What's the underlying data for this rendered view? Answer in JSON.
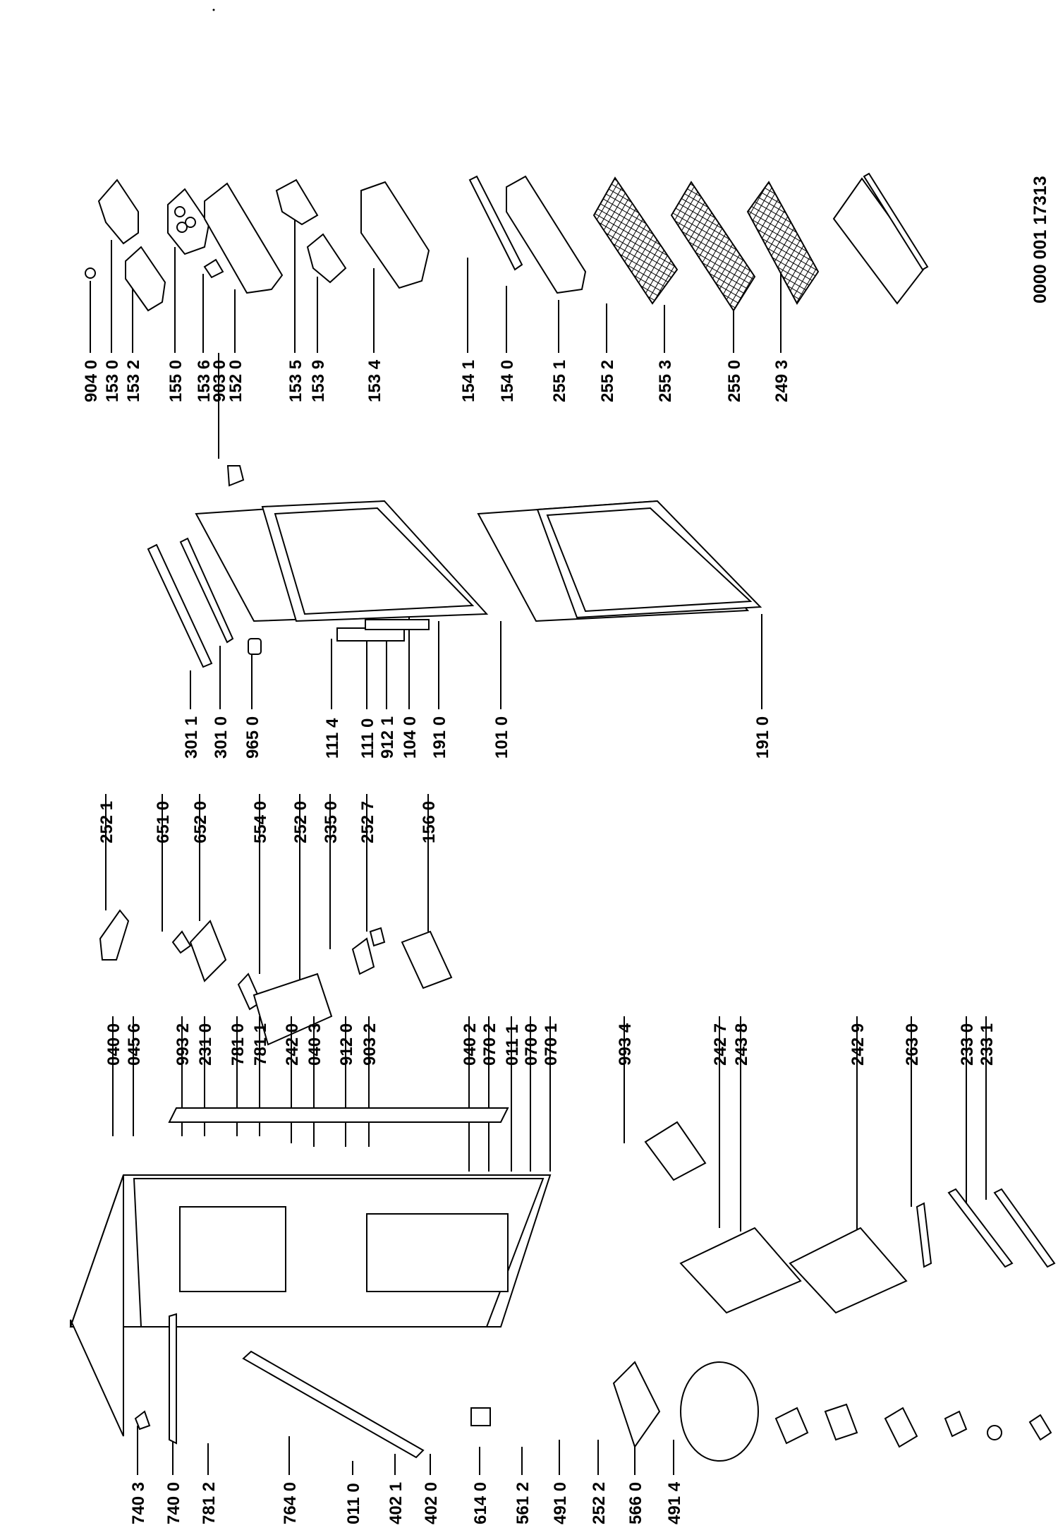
{
  "drawing_number": "0000 001 17313",
  "labels": {
    "c1": [
      "904 0",
      "153 0",
      "153 2",
      "155 0",
      "153 6",
      "903 0",
      "152 0",
      "153 5",
      "153 9",
      "153 4",
      "154 1",
      "154 0",
      "255 1",
      "255 2",
      "255 3",
      "255 0",
      "249 3"
    ],
    "c2": [
      "301 1",
      "301 0",
      "965 0",
      "111 4",
      "111 0",
      "912 1",
      "104 0",
      "191 0",
      "101 0",
      "191 0"
    ],
    "c3": [
      "252 1",
      "651 0",
      "652 0",
      "554 0",
      "252 0",
      "335 0",
      "252 7",
      "156 0"
    ],
    "c4": [
      "040 0",
      "045 6",
      "993 2",
      "231 0",
      "781 0",
      "781 1",
      "242 0",
      "040 3",
      "912 0",
      "903 2",
      "040 2",
      "070 2",
      "011 1",
      "070 0",
      "070 1",
      "993 4",
      "242 7",
      "243 8",
      "242 9",
      "263 0",
      "233 0",
      "233 1"
    ],
    "c5": [
      "740 3",
      "740 0",
      "781 2",
      "764 0",
      "011 0",
      "402 1",
      "402 0",
      "614 0",
      "561 2",
      "491 0",
      "252 2",
      "566 0",
      "491 4"
    ]
  }
}
